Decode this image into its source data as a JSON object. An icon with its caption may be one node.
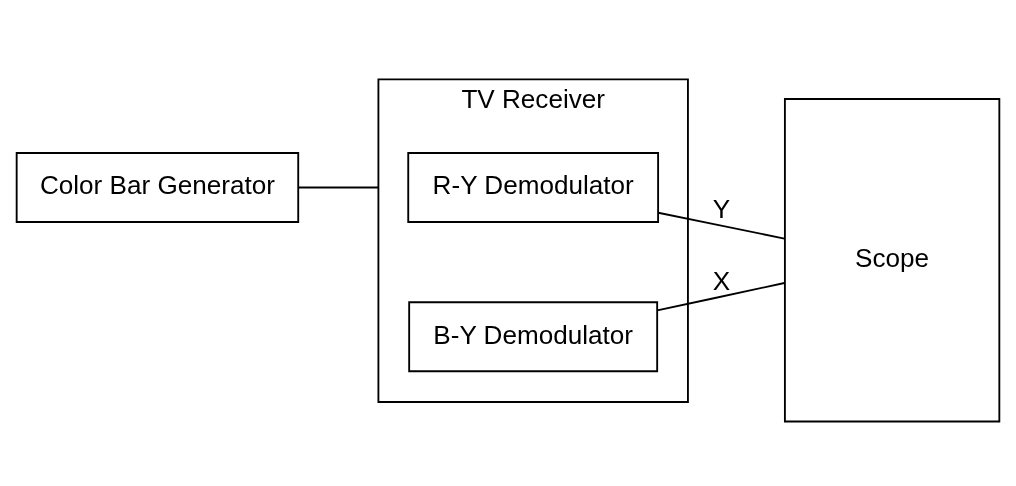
{
  "diagram": {
    "nodes": [
      {
        "text": [
          "Color Bar Generator"
        ]
      },
      {
        "text": [
          "TV Receiver"
        ]
      },
      {
        "text": [
          "R-Y Demodulator"
        ],
        "in": 1
      },
      {
        "text": [
          "B-Y Demodulator"
        ],
        "in": 1
      },
      {
        "text": [
          "Scope"
        ]
      }
    ],
    "edges": [
      {
        "from": 0,
        "to": 1,
        "arrow": "none"
      },
      {
        "from": 2,
        "to": 4,
        "arrow": "none",
        "label": "Y"
      },
      {
        "from": 3,
        "to": 4,
        "arrow": "none",
        "label": "X"
      }
    ]
  }
}
